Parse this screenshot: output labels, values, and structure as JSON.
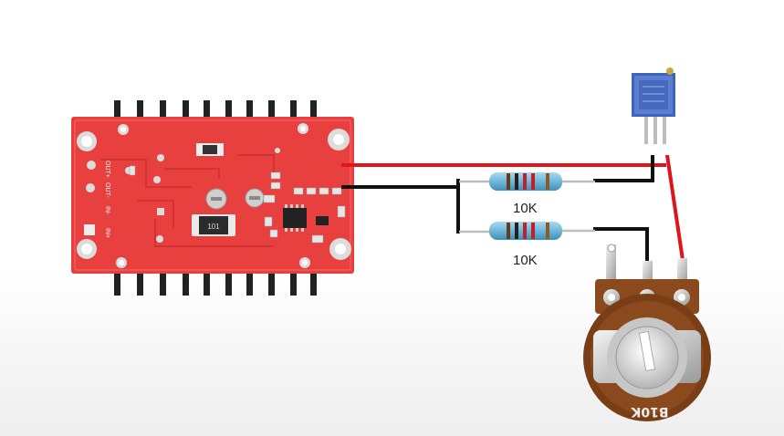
{
  "resistors": [
    {
      "label": "10K"
    },
    {
      "label": "10K"
    }
  ],
  "pcb": {
    "chip_marking": "101",
    "pin_labels": [
      "OUT+",
      "OUT-",
      "IN-",
      "IN+"
    ]
  },
  "potentiometer": {
    "marking": "B10K"
  },
  "colors": {
    "pcb": "#e8403f",
    "wire_positive": "#e0141b",
    "wire_negative": "#111111",
    "resistor_body": "#6fb7d8",
    "trimmer": "#3f63b8",
    "pot_body": "#8a4a1e"
  }
}
